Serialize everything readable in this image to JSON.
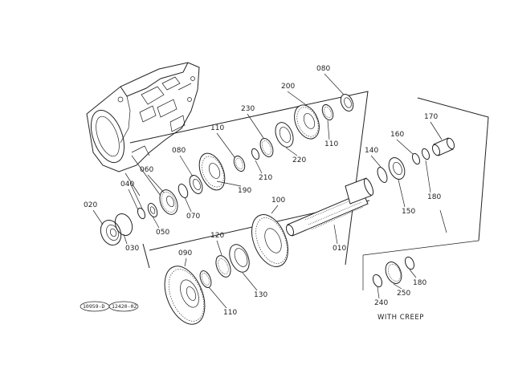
{
  "callouts": {
    "c010": "010",
    "c020": "020",
    "c030": "030",
    "c040": "040",
    "c050": "050",
    "c060": "060",
    "c070": "070",
    "c080a": "080",
    "c080b": "080",
    "c090": "090",
    "c100": "100",
    "c110a": "110",
    "c110b": "110",
    "c110c": "110",
    "c120": "120",
    "c130": "130",
    "c140": "140",
    "c150": "150",
    "c160": "160",
    "c170": "170",
    "c180a": "180",
    "c180b": "180",
    "c190": "190",
    "c200": "200",
    "c210": "210",
    "c220": "220",
    "c230": "230",
    "c240": "240",
    "c250": "250"
  },
  "inset_label": "WITH CREEP",
  "codes": {
    "left": "10959-D",
    "right": "12420-02"
  }
}
